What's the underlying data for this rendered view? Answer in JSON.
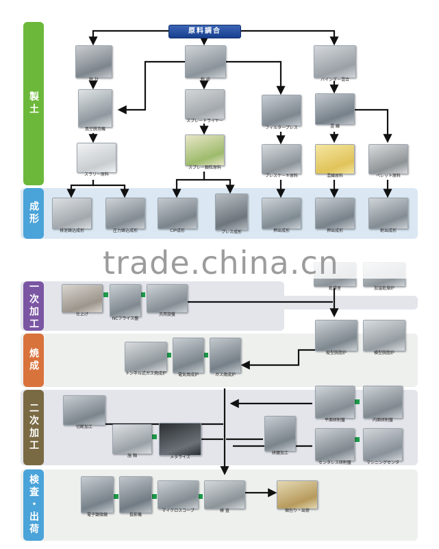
{
  "root": {
    "label": "原料調合"
  },
  "stages": [
    {
      "id": "seido",
      "label": "製土",
      "color": "#6cb83a"
    },
    {
      "id": "seikei",
      "label": "成形",
      "color": "#4aa3d9"
    },
    {
      "id": "ichiji",
      "label": "一次加工",
      "color": "#7b56a3"
    },
    {
      "id": "shosei",
      "label": "焼成",
      "color": "#d9733c"
    },
    {
      "id": "niji",
      "label": "二次加工",
      "color": "#7a6a44"
    },
    {
      "id": "kensa",
      "label": "検査・出荷",
      "color": "#4aa3d9"
    }
  ],
  "steps": [
    {
      "id": "haki",
      "label": "秤 計"
    },
    {
      "id": "funsai",
      "label": "粉 砕"
    },
    {
      "id": "binder",
      "label": "バインダー混合"
    },
    {
      "id": "sinku",
      "label": "真空脱泡機"
    },
    {
      "id": "spray",
      "label": "スプレードライヤー"
    },
    {
      "id": "filter",
      "label": "フィルタープレス"
    },
    {
      "id": "konren",
      "label": "混 練"
    },
    {
      "id": "slurry",
      "label": "スラリー原料"
    },
    {
      "id": "spraymat",
      "label": "スプレー顆粒原料"
    },
    {
      "id": "presscake",
      "label": "プレスケーキ原料"
    },
    {
      "id": "konrenmat",
      "label": "混練原料"
    },
    {
      "id": "pellet",
      "label": "ペレット原料"
    },
    {
      "id": "haisui",
      "label": "排泥鋳込成形"
    },
    {
      "id": "atsuryoku",
      "label": "圧力鋳込成形"
    },
    {
      "id": "cip",
      "label": "CIP成形"
    },
    {
      "id": "press",
      "label": "プレス成形"
    },
    {
      "id": "oshidashi1",
      "label": "押出成形"
    },
    {
      "id": "oshidashi2",
      "label": "押出成形"
    },
    {
      "id": "shashutsu",
      "label": "射出成形"
    },
    {
      "id": "kansou",
      "label": "乾燥室"
    },
    {
      "id": "kanetsu",
      "label": "加温乾燥炉"
    },
    {
      "id": "shiage",
      "label": "仕上げ"
    },
    {
      "id": "nc",
      "label": "NCフライス盤"
    },
    {
      "id": "hanyo",
      "label": "汎用旋盤"
    },
    {
      "id": "tate",
      "label": "縦型脱脂炉"
    },
    {
      "id": "yoko",
      "label": "横型脱脂炉"
    },
    {
      "id": "tunnel",
      "label": "トンネル式ガス焼成炉"
    },
    {
      "id": "denki",
      "label": "電気焼成炉"
    },
    {
      "id": "gas",
      "label": "ガス焼成炉"
    },
    {
      "id": "setsudan",
      "label": "切断加工"
    },
    {
      "id": "heimen",
      "label": "平面研削盤"
    },
    {
      "id": "naiken",
      "label": "内面研削盤"
    },
    {
      "id": "seyu",
      "label": "施 釉"
    },
    {
      "id": "metallize",
      "label": "メタライズ"
    },
    {
      "id": "kenma",
      "label": "研磨加工"
    },
    {
      "id": "centerless",
      "label": "センタレス研削盤"
    },
    {
      "id": "machining",
      "label": "マシニングセンタ"
    },
    {
      "id": "denshi",
      "label": "電子顕微鏡"
    },
    {
      "id": "toei",
      "label": "投影機"
    },
    {
      "id": "micro",
      "label": "マイクロスコープ"
    },
    {
      "id": "kensa",
      "label": "検 査"
    },
    {
      "id": "konpou",
      "label": "梱包り・出荷"
    }
  ],
  "watermark": "trade.china.cn"
}
